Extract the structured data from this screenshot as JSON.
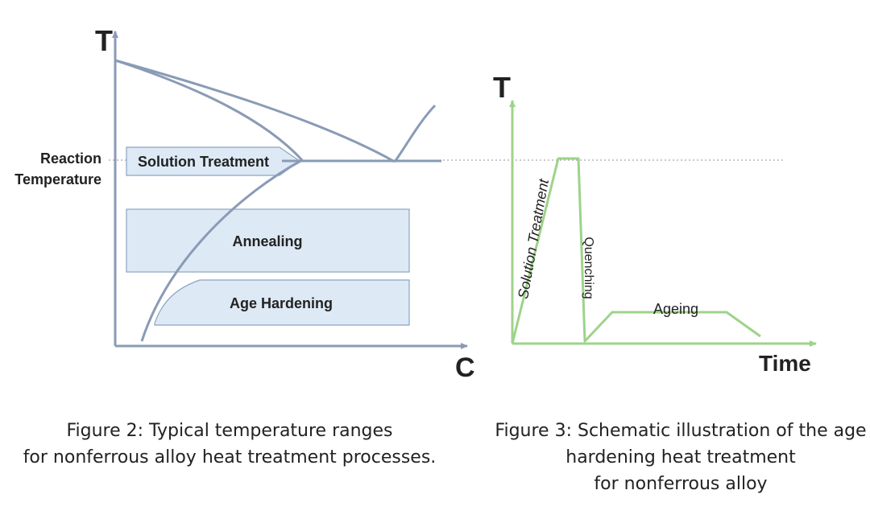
{
  "fig2": {
    "y_axis_label": "T",
    "x_axis_label": "C",
    "reaction_label_line1": "Reaction",
    "reaction_label_line2": "Temperature",
    "regions": {
      "solution": "Solution Treatment",
      "annealing": "Annealing",
      "age": "Age Hardening"
    },
    "caption_line1": "Figure 2: Typical temperature ranges",
    "caption_line2": "for nonferrous alloy heat treatment processes."
  },
  "fig3": {
    "y_axis_label": "T",
    "x_axis_label": "Time",
    "stages": {
      "solution": "Solution Treatment",
      "quench": "Quenching",
      "ageing": "Ageing"
    },
    "caption_line1": "Figure 3: Schematic illustration of the age",
    "caption_line2": "hardening heat treatment",
    "caption_line3": "for nonferrous alloy"
  },
  "colors": {
    "phase_line": "#8a9bb6",
    "region_fill": "#dde9f5",
    "region_stroke": "#8ca4c2",
    "cycle_line": "#9ed38a",
    "dotted_line": "#a8a8a8",
    "text": "#222222"
  }
}
